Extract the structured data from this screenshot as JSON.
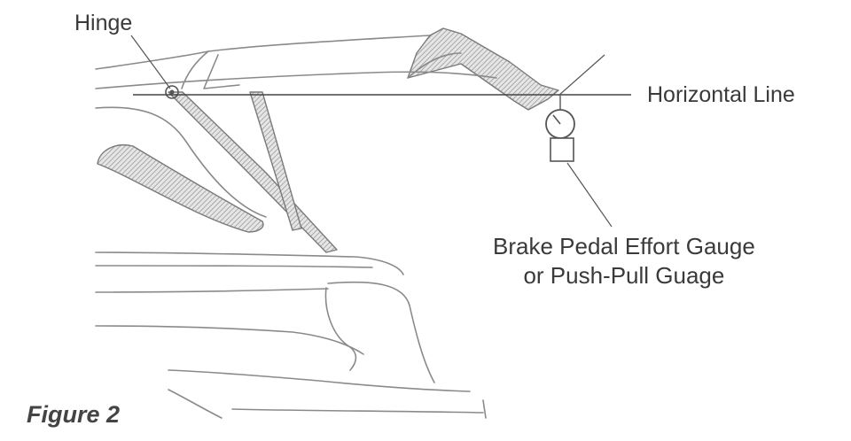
{
  "labels": {
    "hinge": "Hinge",
    "horizontal_line": "Horizontal Line",
    "gauge_line1": "Brake Pedal Effort Gauge",
    "gauge_line2": "or Push-Pull Guage"
  },
  "caption": "Figure 2"
}
